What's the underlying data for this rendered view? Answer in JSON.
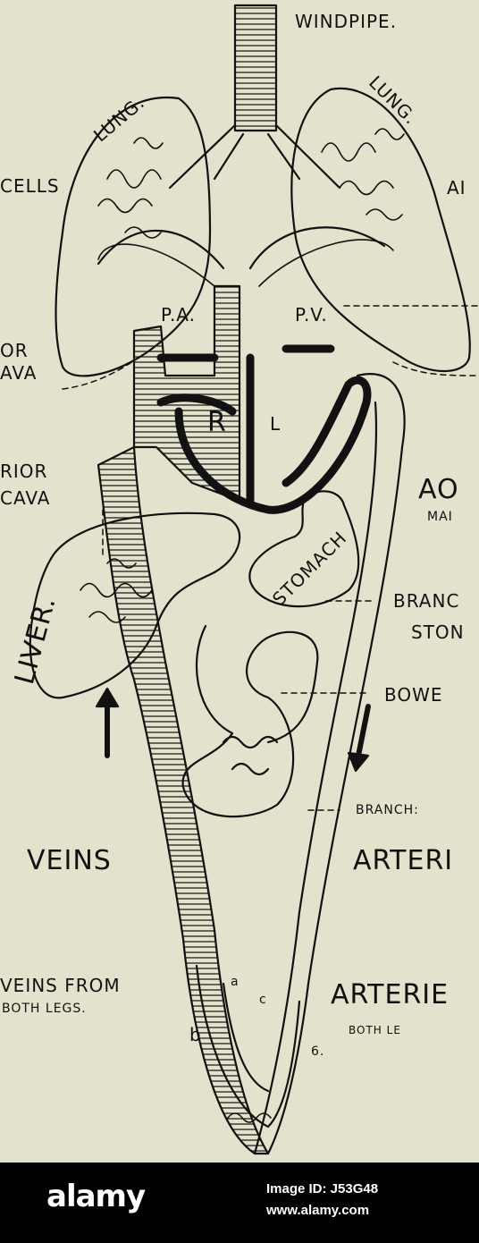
{
  "diagram": {
    "labels": {
      "windpipe": "WINDPIPE.",
      "lung_left": "LUNG.",
      "lung_right": "LUNG.",
      "cells": "CELLS",
      "air": "AI",
      "pa": "P.A.",
      "pv": "P.V.",
      "superior_cava_1": "OR",
      "superior_cava_2": "AVA",
      "r": "R",
      "l": "L",
      "inferior_cava_1": "RIOR",
      "inferior_cava_2": "CAVA",
      "aorta_1": "AO",
      "aorta_2": "MAI",
      "liver": "LIVER.",
      "stomach": "STOMACH",
      "branch_stomach_1": "BRANC",
      "branch_stomach_2": "STON",
      "bowel": "BOWE",
      "branch": "BRANCH:",
      "veins": "VEINS",
      "arteries": "ARTERI",
      "veins_legs_1": "VEINS FROM",
      "veins_legs_2": "BOTH LEGS.",
      "b_left": "b",
      "arteries_legs_1": "ARTERIE",
      "arteries_legs_2": "BOTH LE",
      "b_right": "6.",
      "a": "a",
      "c": "c"
    }
  },
  "footer": {
    "logo": "alamy",
    "image_id": "Image ID: J53G48",
    "site": "www.alamy.com"
  },
  "colors": {
    "paper": "#e4e1cc",
    "ink": "#111111",
    "footer": "#000000"
  }
}
